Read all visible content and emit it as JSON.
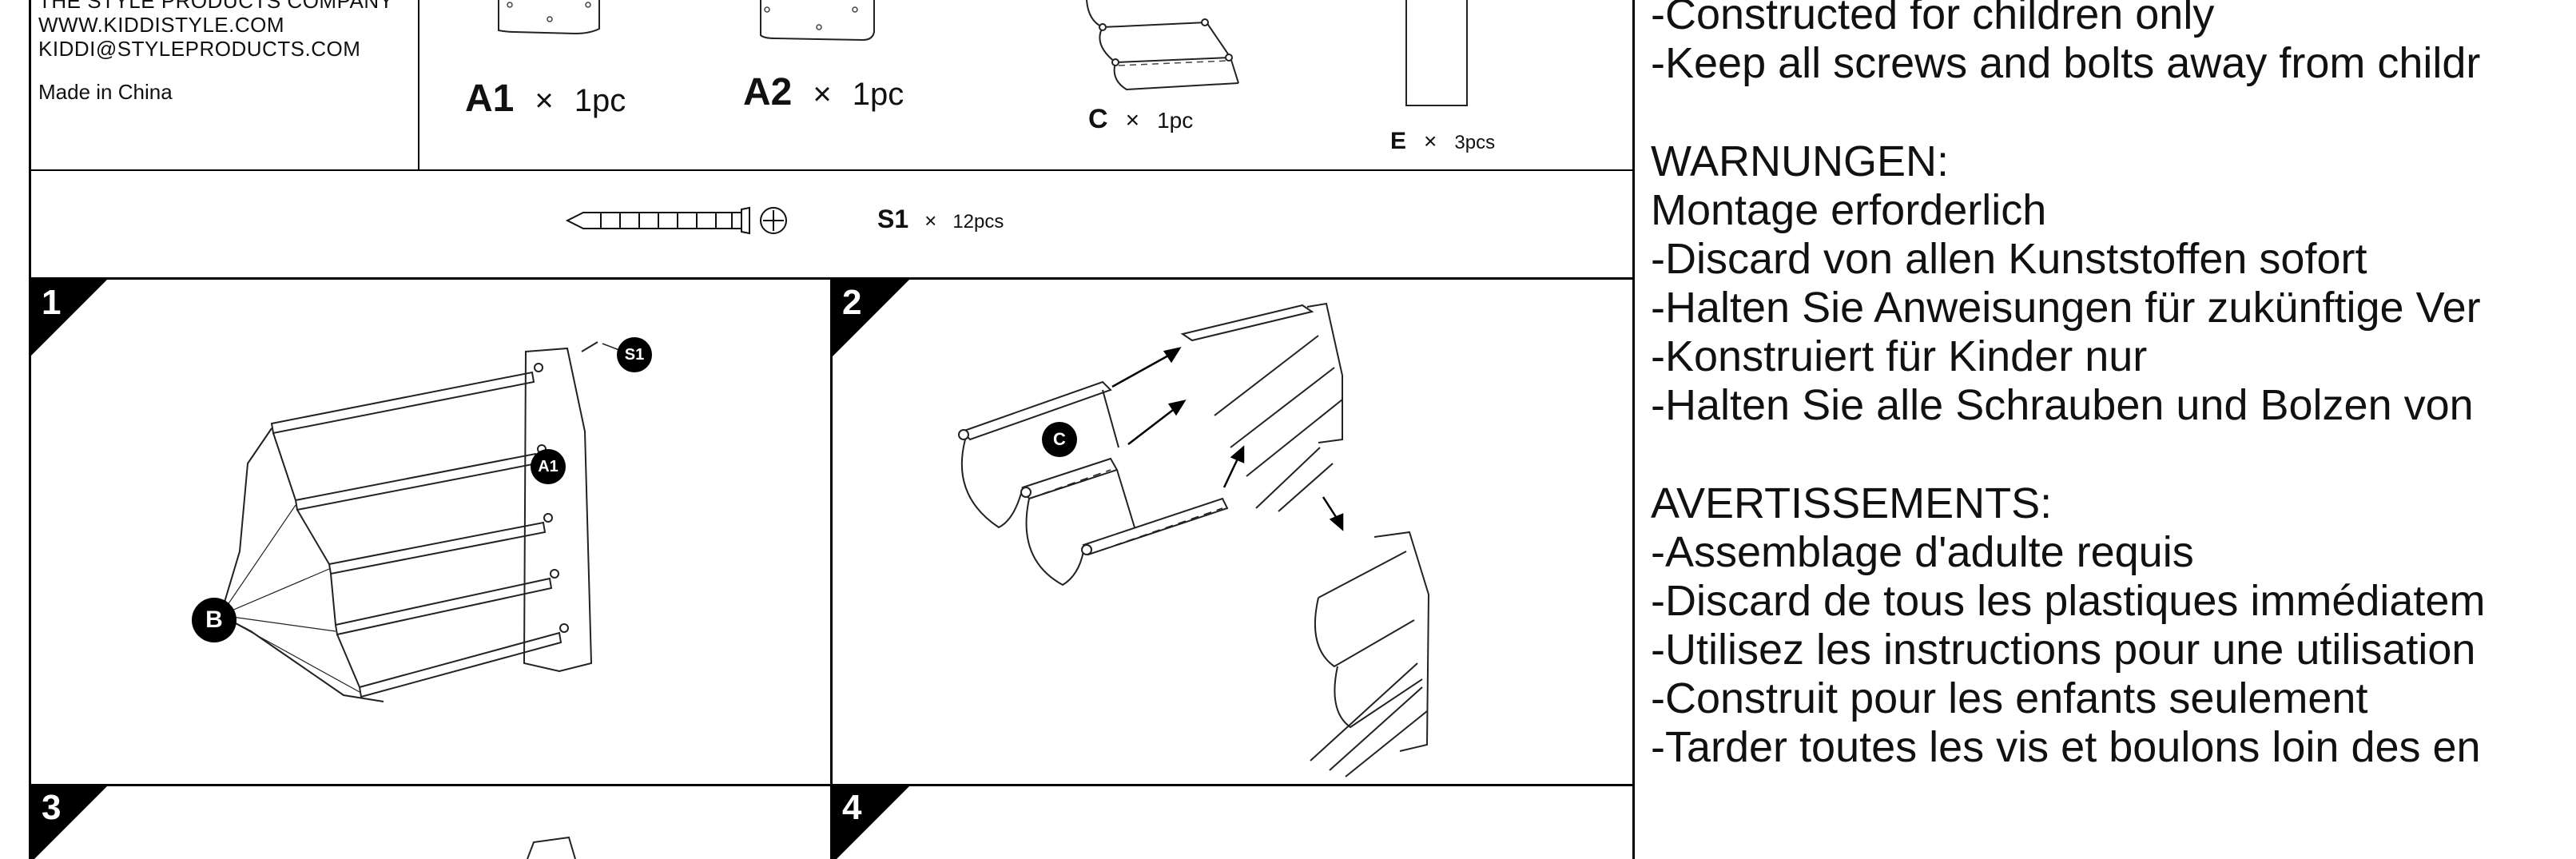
{
  "company": {
    "name": "THE STYLE PRODUCTS COMPANY",
    "website": "WWW.KIDDISTYLE.COM",
    "email": "KIDDI@STYLEPRODUCTS.COM",
    "origin": "Made in China"
  },
  "parts": [
    {
      "code": "A1",
      "qty": "1pc"
    },
    {
      "code": "A2",
      "qty": "1pc"
    },
    {
      "code": "C",
      "qty": "1pc"
    },
    {
      "code": "E",
      "qty": "3pcs"
    }
  ],
  "hardware": {
    "code": "S1",
    "qty": "12pcs"
  },
  "times_symbol": "×",
  "steps": [
    "1",
    "2",
    "3",
    "4"
  ],
  "callouts": {
    "step1": [
      "S1",
      "A1",
      "B"
    ],
    "step2": [
      "C"
    ]
  },
  "warnings_en_partial": [
    "-Constructed for children only",
    "-Keep all screws and bolts away from childr"
  ],
  "warnings_de": {
    "heading": "WARNUNGEN:",
    "lines": [
      "Montage erforderlich",
      "-Discard von allen Kunststoffen sofort",
      "-Halten Sie Anweisungen für zukünftige Ver",
      "-Konstruiert für Kinder nur",
      "-Halten Sie alle Schrauben und Bolzen von"
    ]
  },
  "warnings_fr": {
    "heading": "AVERTISSEMENTS:",
    "lines": [
      "-Assemblage d'adulte requis",
      "-Discard de tous les plastiques immédiatem",
      "-Utilisez les instructions pour une utilisation",
      "-Construit pour les enfants seulement",
      "-Tarder toutes les vis et boulons loin des en"
    ]
  }
}
